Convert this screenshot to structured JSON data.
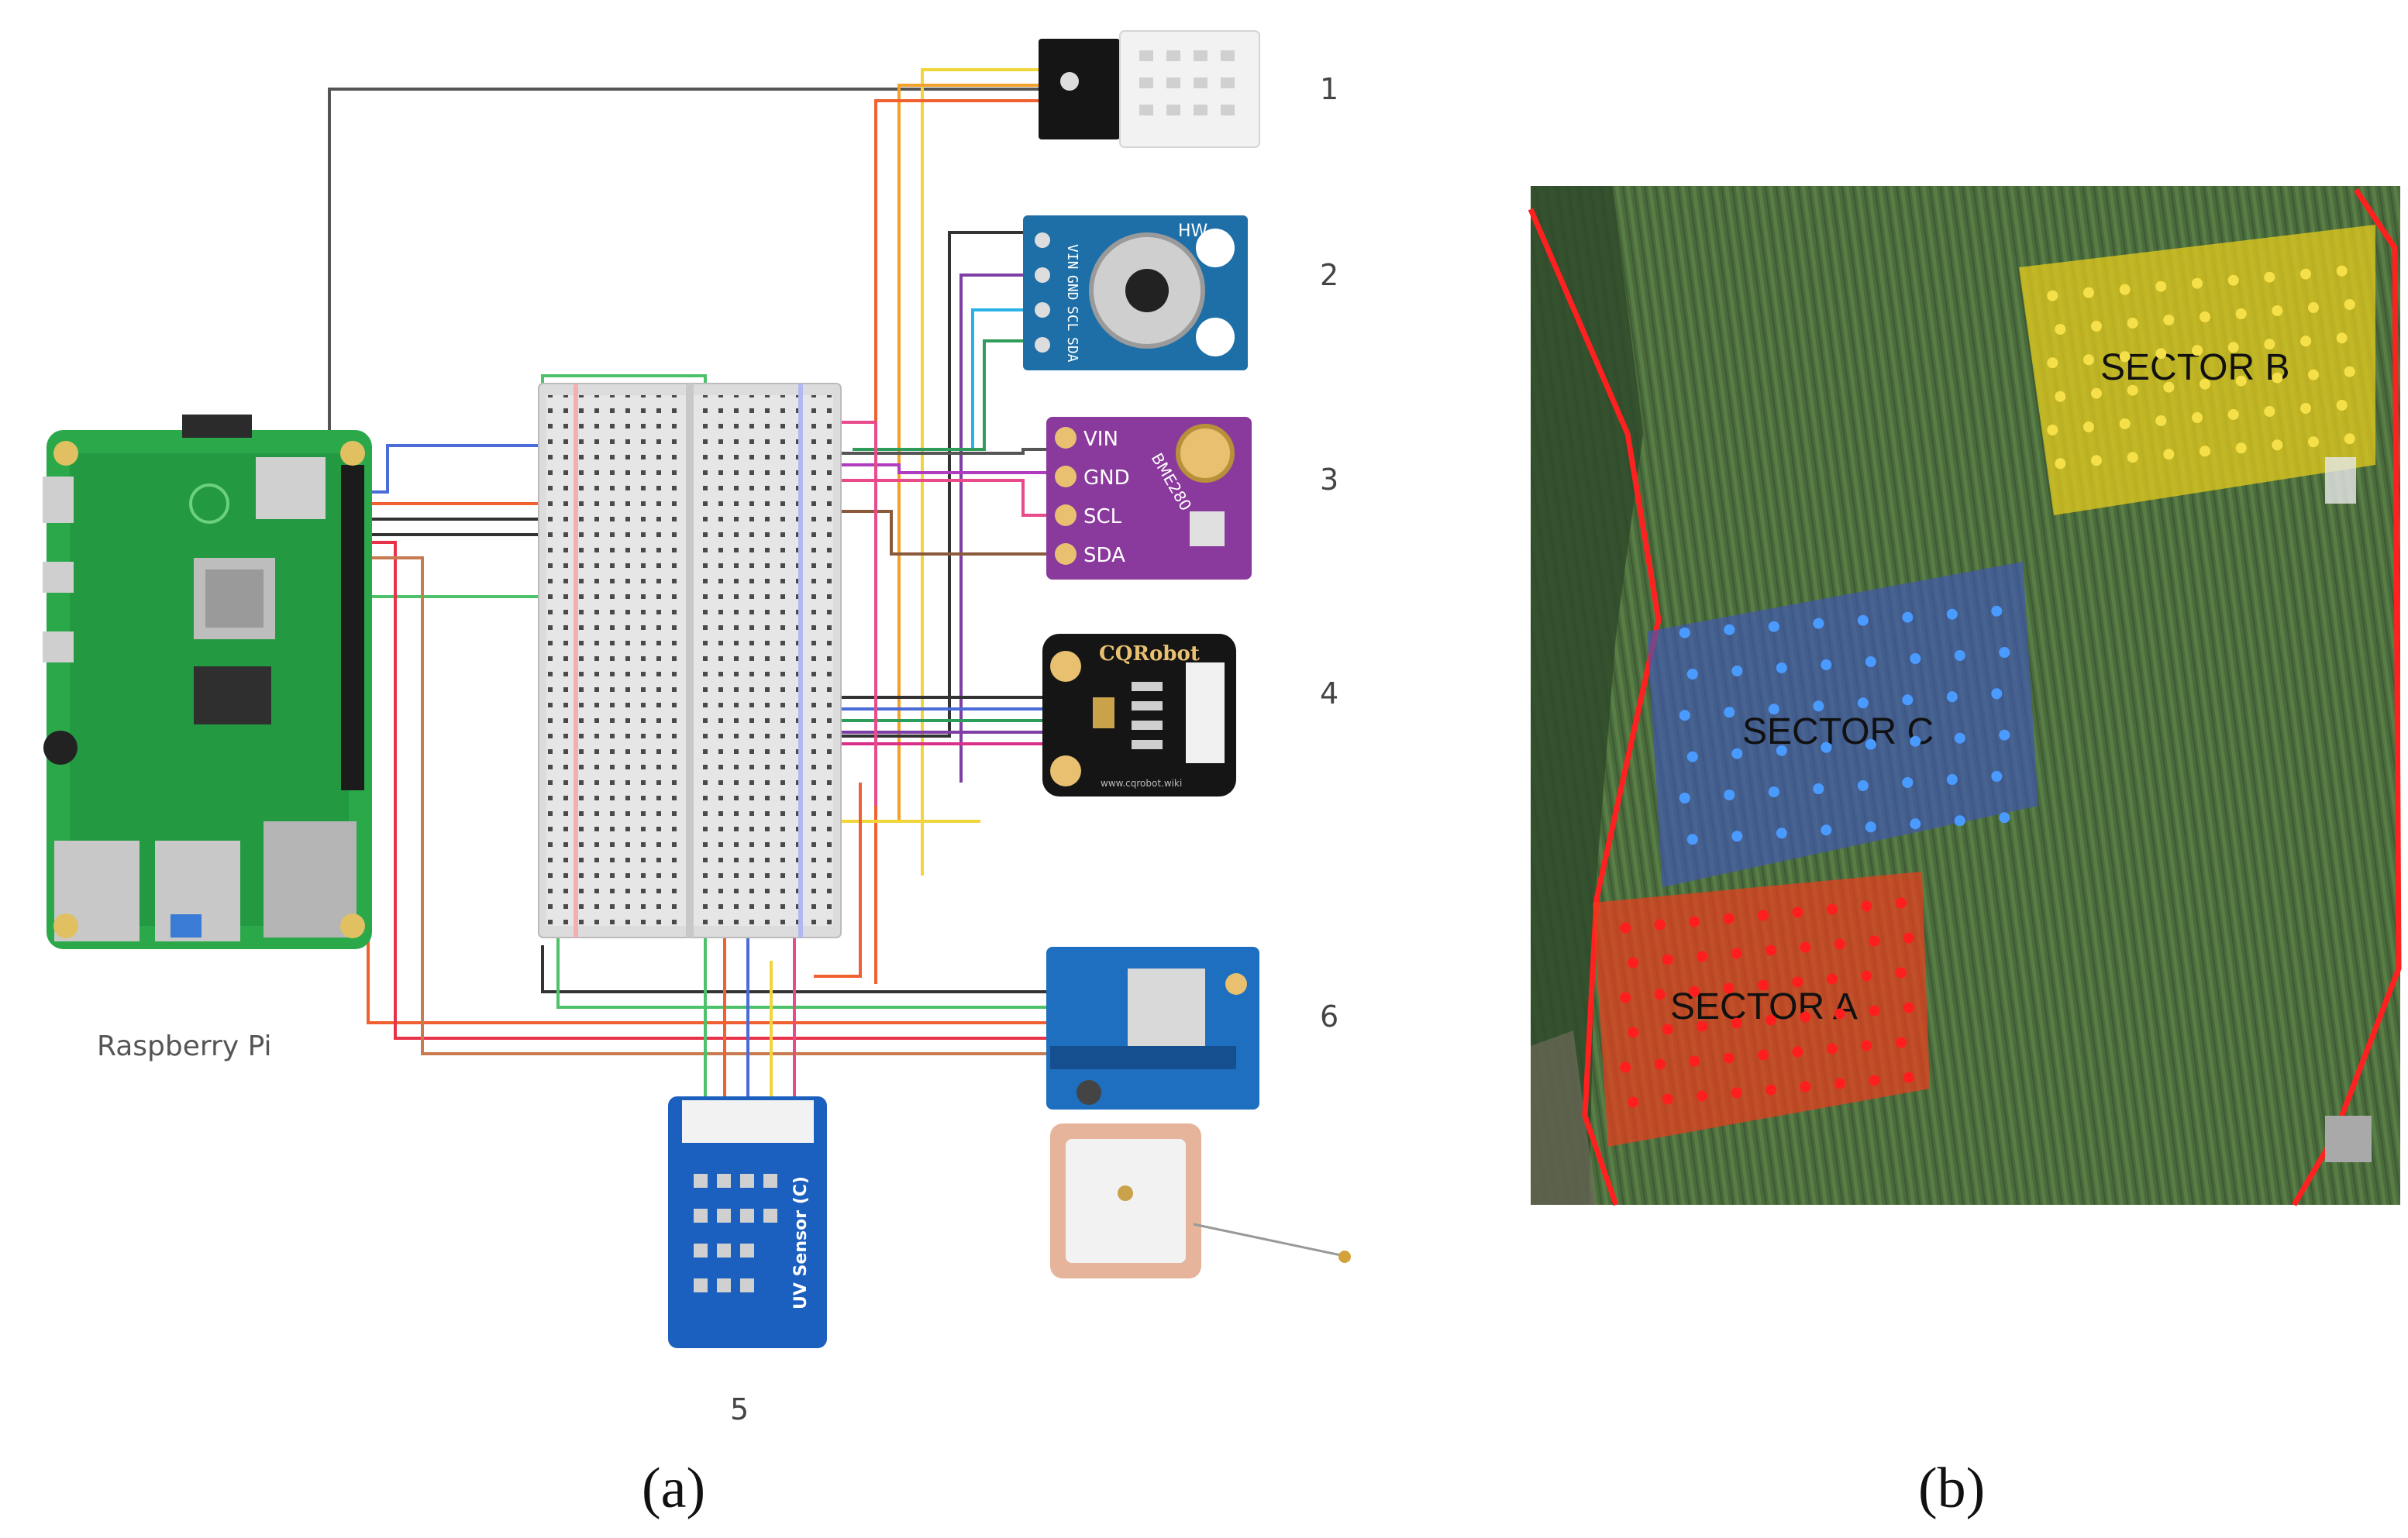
{
  "panel_a": {
    "caption": "(a)",
    "raspberry_label": "Raspberry Pi",
    "module_numbers": [
      "1",
      "2",
      "3",
      "4",
      "5",
      "6"
    ],
    "bme_pins": [
      "VIN",
      "GND",
      "SCL",
      "SDA"
    ],
    "bme_board_text": "BME280",
    "mlx_pins": [
      "VIN",
      "GND",
      "SCL",
      "SDA"
    ],
    "mlx_board_text": "HW",
    "cq_brand": "CQRobot",
    "cq_url": "www.cqrobot.wiki",
    "uv_text": "UV Sensor (C)"
  },
  "panel_b": {
    "caption": "(b)",
    "sectors": [
      {
        "label": "SECTOR B",
        "color": "#f0d11a"
      },
      {
        "label": "SECTOR C",
        "color": "#3f56b8"
      },
      {
        "label": "SECTOR A",
        "color": "#ee3c1c"
      }
    ],
    "boundary_color": "#ff2020"
  }
}
